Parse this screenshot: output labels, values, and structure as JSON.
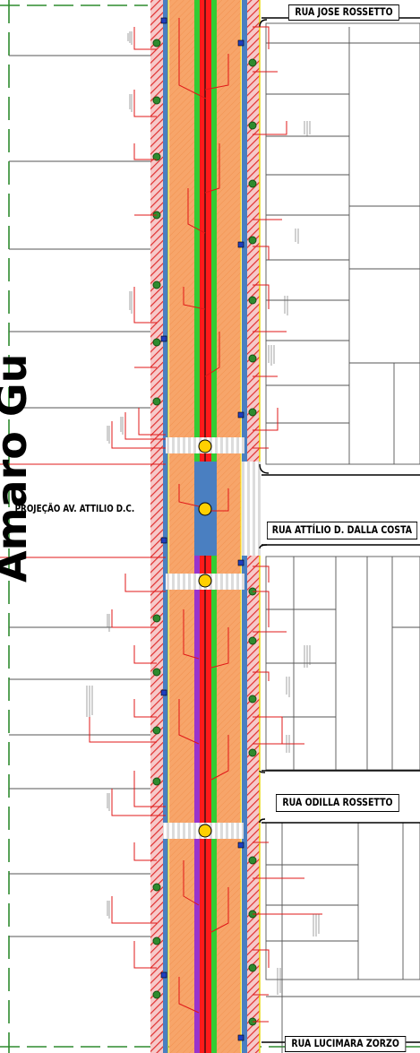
{
  "streets": {
    "top": "RUA JOSE ROSSETTO",
    "attilio": "RUA ATTÍLIO D. DALLA COSTA",
    "odilla": "RUA ODILLA ROSSETTO",
    "lucimara": "RUA LUCIMARA ZORZO"
  },
  "projection_label": "PROJEÇÃO AV. ATTILIO D.C.",
  "side_word": "Amaro Gu",
  "colors": {
    "median_red": "#ff1a1a",
    "median_green": "#33cc33",
    "median_purple": "#9933cc",
    "sidewalk_orange": "#f7a56a",
    "bike_blue": "#4a7fc1",
    "hatch_red": "#e03030",
    "boundary_green": "#2e8b2e",
    "crossing_white": "#f2f2f2"
  }
}
